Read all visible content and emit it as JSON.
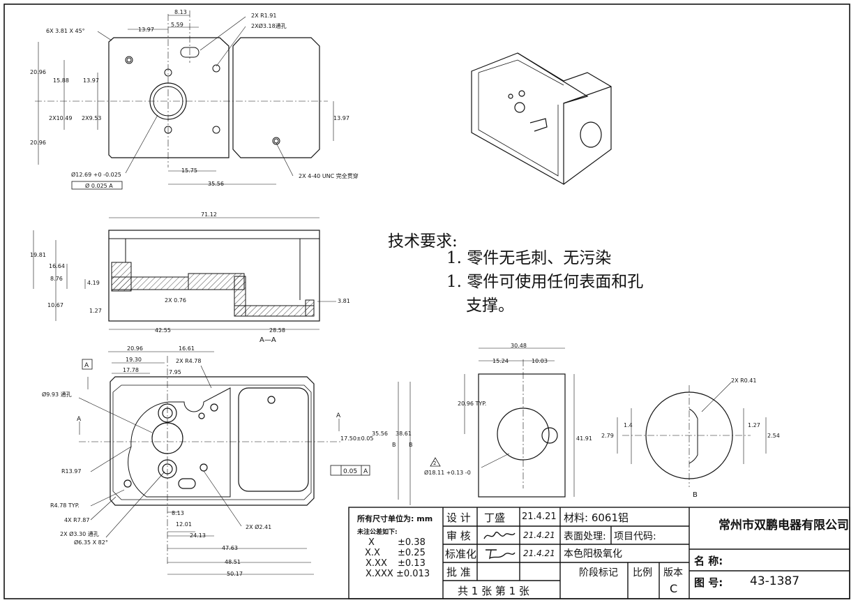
{
  "technical_requirements": {
    "title": "技术要求:",
    "items": [
      "1. 零件无毛刺、无污染",
      "1. 零件可使用任何表面和孔",
      "支撑。"
    ]
  },
  "title_block": {
    "tolerance_title": "所有尺寸单位为: mm",
    "tolerance_subtitle": "未注公差如下:",
    "tolerances": [
      {
        "format": "X",
        "value": "±0.38"
      },
      {
        "format": "X.X",
        "value": "±0.25"
      },
      {
        "format": "X.XX",
        "value": "±0.13"
      },
      {
        "format": "X.XXX",
        "value": "±0.013"
      }
    ],
    "design_label": "设 计",
    "design_name": "丁盛",
    "design_date": "21.4.21",
    "review_label": "审 核",
    "review_date": "21.4.21",
    "standard_label": "标准化",
    "standard_date": "21.4.21",
    "approve_label": "批 准",
    "material": "材料: 6061铝",
    "surface_label": "表面处理:",
    "surface_value": "本色阳极氧化",
    "project_code_label": "项目代码:",
    "stage_label": "阶段标记",
    "scale_label": "比例",
    "version_label": "版本",
    "version_value": "C",
    "company": "常州市双鹏电器有限公司",
    "name_label": "名  称:",
    "drawing_no_label": "图  号:",
    "drawing_no": "43-1387",
    "sheets": "共 1 张   第 1 张"
  },
  "top_view": {
    "dims": [
      "8.13",
      "2X R1.91",
      "5.59",
      "2XØ3.18通孔",
      "6X 3.81 X 45°",
      "13.97",
      "20.96",
      "15.88",
      "13.97",
      "13.97",
      "2X10.49",
      "2X9.53",
      "20.96",
      "Ø12.69 +0 -0.025",
      "Ø 0.025 A",
      "15.75",
      "35.56",
      "2X 4-40 UNC  完全贯穿"
    ]
  },
  "section_view": {
    "dims": [
      "71.12",
      "19.81",
      "16.64",
      "8.76",
      "4.19",
      "10.67",
      "1.27",
      "2X 0.76",
      "3.81",
      "42.55",
      "28.58"
    ],
    "label": "A—A"
  },
  "bottom_view": {
    "dims": [
      "20.96",
      "16.61",
      "19.30",
      "2X R4.78",
      "17.78",
      "7.95",
      "Ø9.93 通孔",
      "35.56",
      "38.61",
      "17.50±0.05",
      "0.05",
      "R13.97",
      "R4.78 TYP.",
      "4X R7.87",
      "2X Ø3.30 通孔",
      "Ø6.35 X 82°",
      "8.13",
      "12.01",
      "2X Ø2.41",
      "24.13",
      "47.63",
      "48.51",
      "50.17"
    ],
    "datum_a": "A",
    "datum_b": "B",
    "section_a": "A"
  },
  "end_view": {
    "dims": [
      "30.48",
      "15.24",
      "10.03",
      "20.96 TYP.",
      "41.91",
      "Ø18.11 +0.13 -0",
      "2"
    ]
  },
  "detail_b": {
    "dims": [
      "2X R0.41",
      "1.4",
      "2.79",
      "1.27",
      "2.54"
    ],
    "label": "B"
  }
}
